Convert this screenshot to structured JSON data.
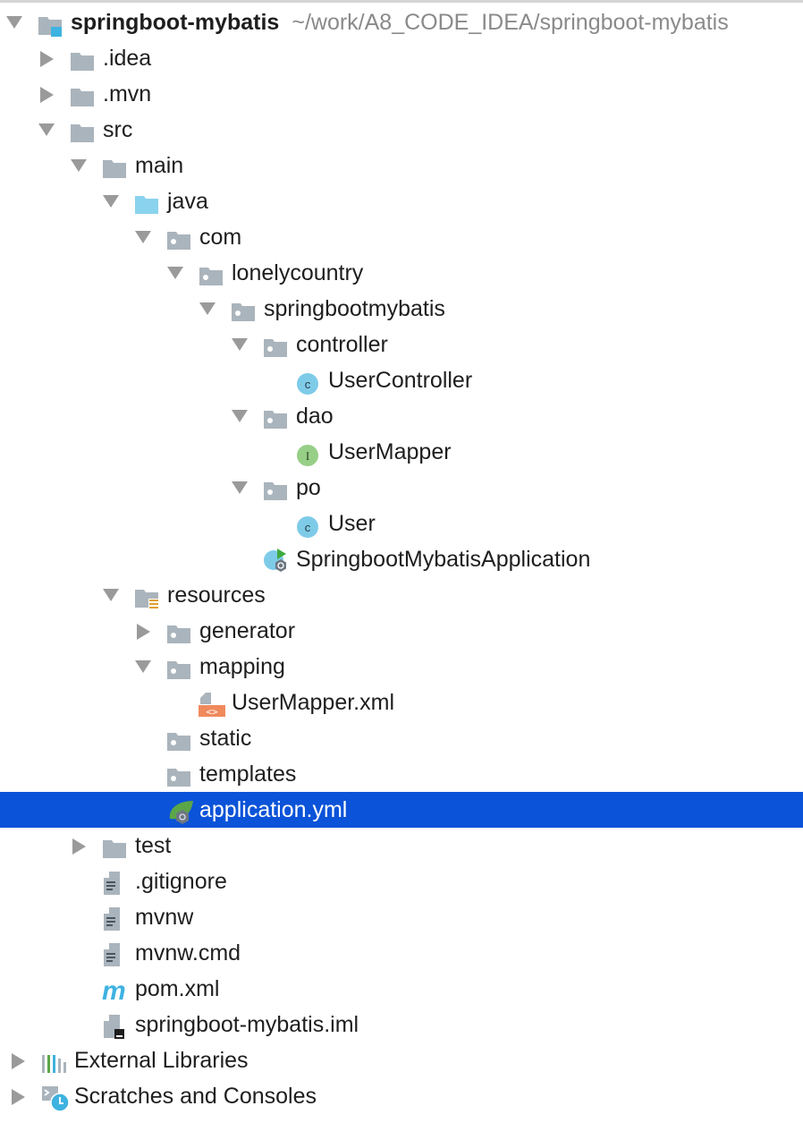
{
  "project": {
    "name": "springboot-mybatis",
    "path": "~/work/A8_CODE_IDEA/springboot-mybatis"
  },
  "colors": {
    "selection": "#0b53d8",
    "folder_gray": "#aab4bc",
    "source_folder_blue": "#8ad3ee",
    "class_icon": "#7ecbe8",
    "interface_icon": "#97cf87",
    "xml_icon": "#f08a5d",
    "spring_green": "#5ba648"
  },
  "tree": [
    {
      "label": "springboot-mybatis",
      "level": 0,
      "arrow": "down",
      "icon": "module-folder-icon"
    },
    {
      "label": ".idea",
      "level": 1,
      "arrow": "right",
      "icon": "folder-icon"
    },
    {
      "label": ".mvn",
      "level": 1,
      "arrow": "right",
      "icon": "folder-icon"
    },
    {
      "label": "src",
      "level": 1,
      "arrow": "down",
      "icon": "folder-icon"
    },
    {
      "label": "main",
      "level": 2,
      "arrow": "down",
      "icon": "folder-icon"
    },
    {
      "label": "java",
      "level": 3,
      "arrow": "down",
      "icon": "source-folder-icon"
    },
    {
      "label": "com",
      "level": 4,
      "arrow": "down",
      "icon": "package-icon"
    },
    {
      "label": "lonelycountry",
      "level": 5,
      "arrow": "down",
      "icon": "package-icon"
    },
    {
      "label": "springbootmybatis",
      "level": 6,
      "arrow": "down",
      "icon": "package-icon"
    },
    {
      "label": "controller",
      "level": 7,
      "arrow": "down",
      "icon": "package-icon"
    },
    {
      "label": "UserController",
      "level": 8,
      "arrow": "none",
      "icon": "class-icon"
    },
    {
      "label": "dao",
      "level": 7,
      "arrow": "down",
      "icon": "package-icon"
    },
    {
      "label": "UserMapper",
      "level": 8,
      "arrow": "none",
      "icon": "interface-icon"
    },
    {
      "label": "po",
      "level": 7,
      "arrow": "down",
      "icon": "package-icon"
    },
    {
      "label": "User",
      "level": 8,
      "arrow": "none",
      "icon": "class-icon"
    },
    {
      "label": "SpringbootMybatisApplication",
      "level": 7,
      "arrow": "none",
      "icon": "spring-boot-app-icon"
    },
    {
      "label": "resources",
      "level": 3,
      "arrow": "down",
      "icon": "resources-folder-icon"
    },
    {
      "label": "generator",
      "level": 4,
      "arrow": "right",
      "icon": "package-icon"
    },
    {
      "label": "mapping",
      "level": 4,
      "arrow": "down",
      "icon": "package-icon"
    },
    {
      "label": "UserMapper.xml",
      "level": 5,
      "arrow": "none",
      "icon": "xml-file-icon"
    },
    {
      "label": "static",
      "level": 4,
      "arrow": "none",
      "icon": "package-icon"
    },
    {
      "label": "templates",
      "level": 4,
      "arrow": "none",
      "icon": "package-icon"
    },
    {
      "label": "application.yml",
      "level": 4,
      "arrow": "none",
      "icon": "spring-config-icon",
      "selected": true
    },
    {
      "label": "test",
      "level": 2,
      "arrow": "right",
      "icon": "folder-icon"
    },
    {
      "label": ".gitignore",
      "level": 2,
      "arrow": "none",
      "icon": "text-file-icon"
    },
    {
      "label": "mvnw",
      "level": 2,
      "arrow": "none",
      "icon": "text-file-icon"
    },
    {
      "label": "mvnw.cmd",
      "level": 2,
      "arrow": "none",
      "icon": "text-file-icon"
    },
    {
      "label": "pom.xml",
      "level": 2,
      "arrow": "none",
      "icon": "maven-icon"
    },
    {
      "label": "springboot-mybatis.iml",
      "level": 2,
      "arrow": "none",
      "icon": "iml-file-icon"
    },
    {
      "label": "External Libraries",
      "level": 1,
      "arrow": "right",
      "icon": "libraries-icon",
      "root": true
    },
    {
      "label": "Scratches and Consoles",
      "level": 1,
      "arrow": "right",
      "icon": "scratches-icon",
      "root": true
    }
  ]
}
